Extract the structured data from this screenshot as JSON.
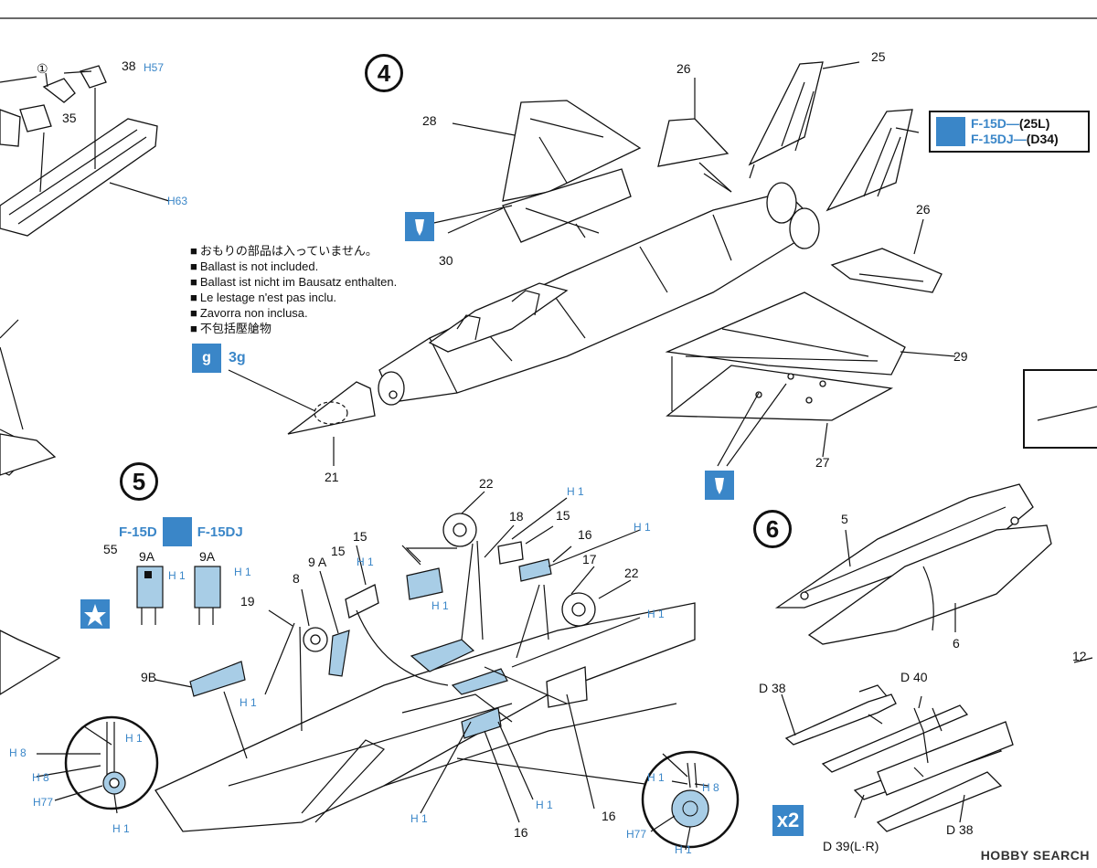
{
  "steps": {
    "s4": "4",
    "s5": "5",
    "s6": "6"
  },
  "notes": [
    "おもりの部品は入っていません。",
    "Ballast is not included.",
    "Ballast ist nicht im Bausatz enthalten.",
    "Le lestage n'est pas inclu.",
    "Zavorra non inclusa.",
    "不包括壓艙物"
  ],
  "ballast": {
    "icon_text": "g",
    "value": "3g"
  },
  "variant_box": {
    "row1_name": "F-15D",
    "row1_part": "(25L)",
    "row2_name": "F-15DJ",
    "row2_part": "(D34)"
  },
  "step5_variant": {
    "left": "F-15D",
    "right": "F-15DJ"
  },
  "multiplier": "x2",
  "watermark": "HOBBY SEARCH",
  "colors": {
    "accent": "#3a86c8",
    "part_fill": "#a8cde6"
  },
  "labels": {
    "p38": "38",
    "p35": "35",
    "p1c": "①",
    "h57": "H57",
    "h63": "H63",
    "p28": "28",
    "p26a": "26",
    "p25": "25",
    "p30": "30",
    "p26b": "26",
    "p29": "29",
    "p27": "27",
    "p21": "21",
    "p22a": "22",
    "p18": "18",
    "p15a": "15",
    "p15b": "15",
    "p15c": "15",
    "p16a": "16",
    "p17": "17",
    "p22b": "22",
    "p9a1": "9A",
    "p9a2": "9A",
    "p9a3": "9 A",
    "p8": "8",
    "p19": "19",
    "p9b": "9B",
    "p55": "55",
    "p16b": "16",
    "p16c": "16",
    "h1a": "H 1",
    "h1b": "H 1",
    "h1c": "H 1",
    "h1d": "H 1",
    "h1e": "H 1",
    "h1f": "H 1",
    "h1g": "H 1",
    "h1h": "H 1",
    "h1i": "H 1",
    "h1j": "H 1",
    "h1k": "H 1",
    "h1l": "H 1",
    "h1m": "H 1",
    "h1n": "H 1",
    "h1o": "H 1",
    "h8a": "H 8",
    "h8b": "H 8",
    "h8c": "H 8",
    "h77a": "H77",
    "h77b": "H77",
    "p5": "5",
    "p6": "6",
    "d38a": "D 38",
    "d40": "D 40",
    "d38b": "D 38",
    "d39": "D 39(L·R)",
    "p12": "12"
  }
}
